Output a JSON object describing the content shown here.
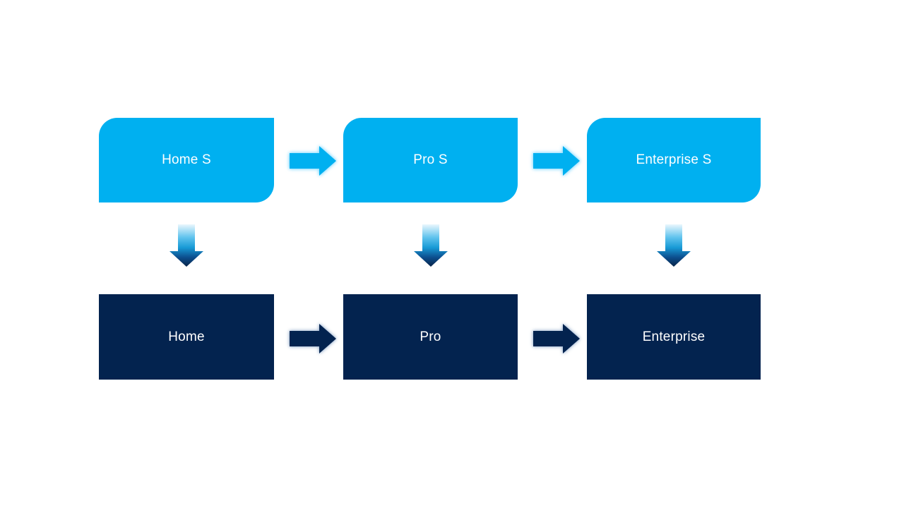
{
  "slide": {
    "background": "#FFFFFF",
    "colors": {
      "top_box_fill": "#00B0F0",
      "bottom_box_fill": "#03234F",
      "label_text": "#FFFFFF",
      "down_arrow_gradient": [
        "#EAF7FD",
        "#63C4EE",
        "#189AD6",
        "#0C4E8E",
        "#082448"
      ]
    },
    "top_row": [
      {
        "label": "Home S"
      },
      {
        "label": "Pro S"
      },
      {
        "label": "Enterprise S"
      }
    ],
    "bottom_row": [
      {
        "label": "Home"
      },
      {
        "label": "Pro"
      },
      {
        "label": "Enterprise"
      }
    ]
  }
}
